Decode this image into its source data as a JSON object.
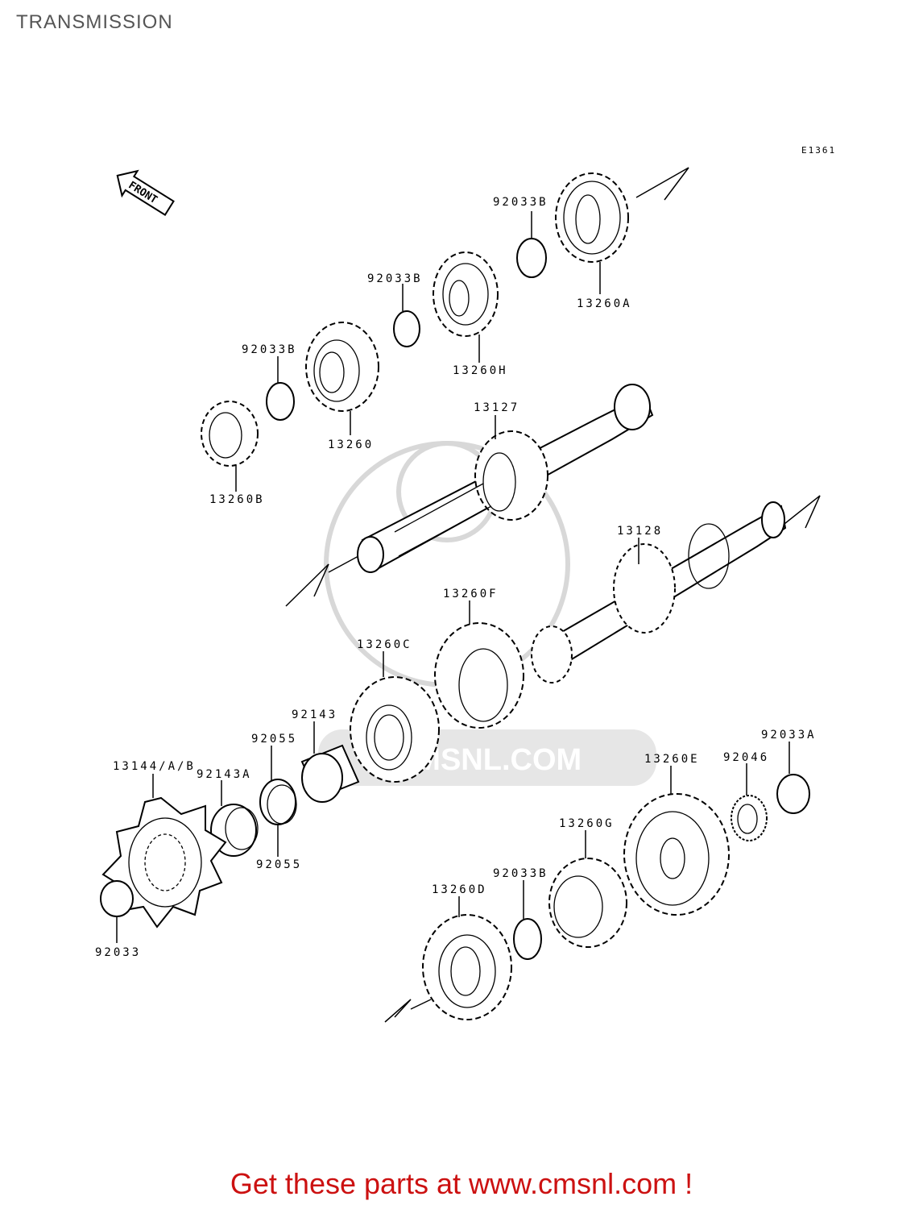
{
  "page": {
    "title": "TRANSMISSION"
  },
  "diagram": {
    "code": "E1361",
    "front_arrow": "FRONT",
    "watermark": "CMSNL.COM",
    "labels": {
      "p92033B_top": "92033B",
      "p13260A": "13260A",
      "p92033B_mid": "92033B",
      "p13260H": "13260H",
      "p92033B_left": "92033B",
      "p13260": "13260",
      "p13260B": "13260B",
      "p13127": "13127",
      "p13128": "13128",
      "p13260F": "13260F",
      "p13260C": "13260C",
      "p92143": "92143",
      "p92055_top": "92055",
      "p92055_bot": "92055",
      "p13144": "13144/A/B",
      "p92143A": "92143A",
      "p92033": "92033",
      "p92033A": "92033A",
      "p92046": "92046",
      "p13260E": "13260E",
      "p13260G": "13260G",
      "p92033B_low": "92033B",
      "p13260D": "13260D"
    }
  },
  "footer": {
    "link_text": "Get these parts at www.cmsnl.com !"
  },
  "colors": {
    "footer": "#cc1111",
    "title": "#555555",
    "watermark": "#d8d8d8"
  }
}
